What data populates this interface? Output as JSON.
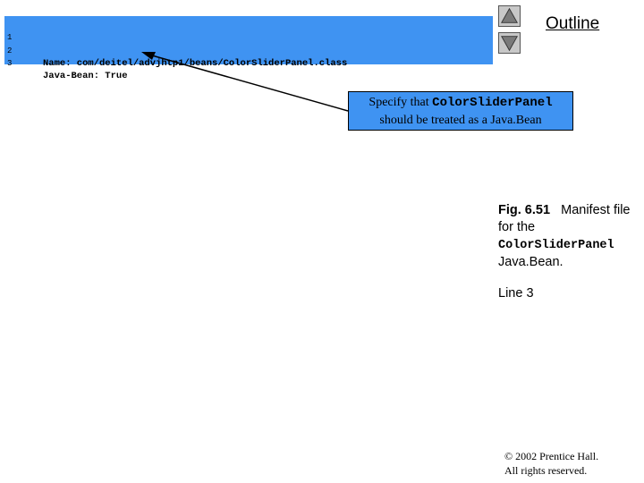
{
  "code": {
    "lines": [
      {
        "num": "1",
        "text": ""
      },
      {
        "num": "2",
        "text": "Name: com/deitel/advjhtp1/beans/ColorSliderPanel.class"
      },
      {
        "num": "3",
        "text": "Java-Bean: True"
      }
    ]
  },
  "nav": {
    "outline_label": "Outline"
  },
  "callout": {
    "prefix": "Specify that ",
    "class_name": "ColorSliderPanel",
    "suffix": "should be treated as a Java.Bean"
  },
  "caption": {
    "fig_label": "Fig. 6.51",
    "text1": "Manifest file for the",
    "class_name": "ColorSliderPanel",
    "text2": "Java.Bean.",
    "line_ref": "Line 3"
  },
  "copyright": {
    "line1": "© 2002 Prentice Hall.",
    "line2": "All rights reserved."
  },
  "colors": {
    "panel_blue": "#3f93f2"
  }
}
